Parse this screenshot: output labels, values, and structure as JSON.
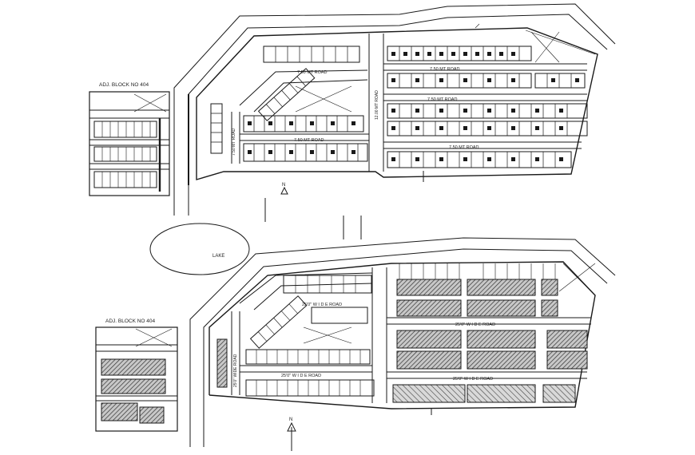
{
  "labels": {
    "top_block": "ADJ. BLOCK NO 404",
    "bottom_block": "ADJ. BLOCK NO 404",
    "lake": "LAKE",
    "north_top": "N",
    "north_bottom": "N",
    "top_road_1": "7.50 MT ROAD",
    "top_road_2": "7.50 MT ROAD",
    "top_road_3": "7.50 MT ROAD",
    "top_road_4": "7.50 MT ROAD",
    "top_road_5": "7.50 MT ROAD",
    "top_road_vert_left": "7.50 MT ROAD",
    "top_road_vert_mid": "12.00 MT ROAD",
    "bottom_road_1": "25'0\" W I D E ROAD",
    "bottom_road_2": "25'0\" W I D E ROAD",
    "bottom_road_3": "25'0\" W I D E ROAD",
    "bottom_road_4": "25'0\" W I D E ROAD",
    "bottom_road_vert": "25'0\" WIDE ROAD"
  },
  "colors": {
    "line": "#1a1a1a",
    "hatch": "#333333",
    "fill_plot": "#ffffff"
  }
}
